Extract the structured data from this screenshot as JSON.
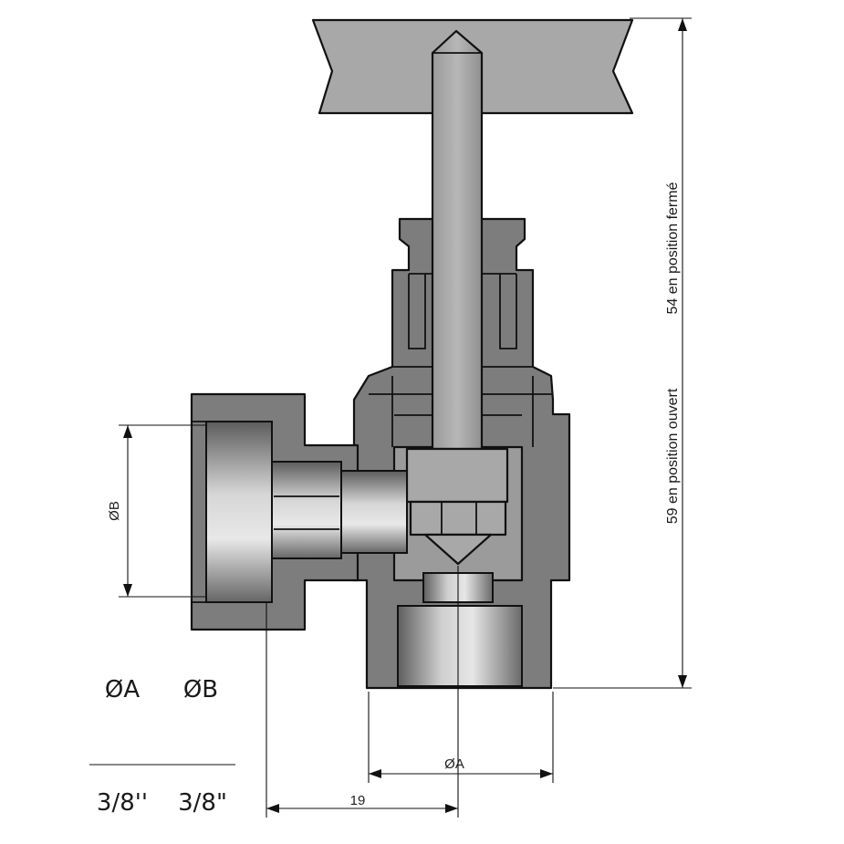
{
  "dimensions": {
    "diameter_a": "ØA",
    "diameter_b": "ØB",
    "width_19": "19",
    "height_open": "59 en position ouvert",
    "height_closed": "54 en position fermé"
  },
  "size_table": {
    "header_a": "ØA",
    "header_b": "ØB",
    "value_a": "3/8''",
    "value_b": "3/8\""
  },
  "colors": {
    "metal_dark": "#7d7d7d",
    "metal_light": "#a8a8a8",
    "outline": "#111111"
  }
}
